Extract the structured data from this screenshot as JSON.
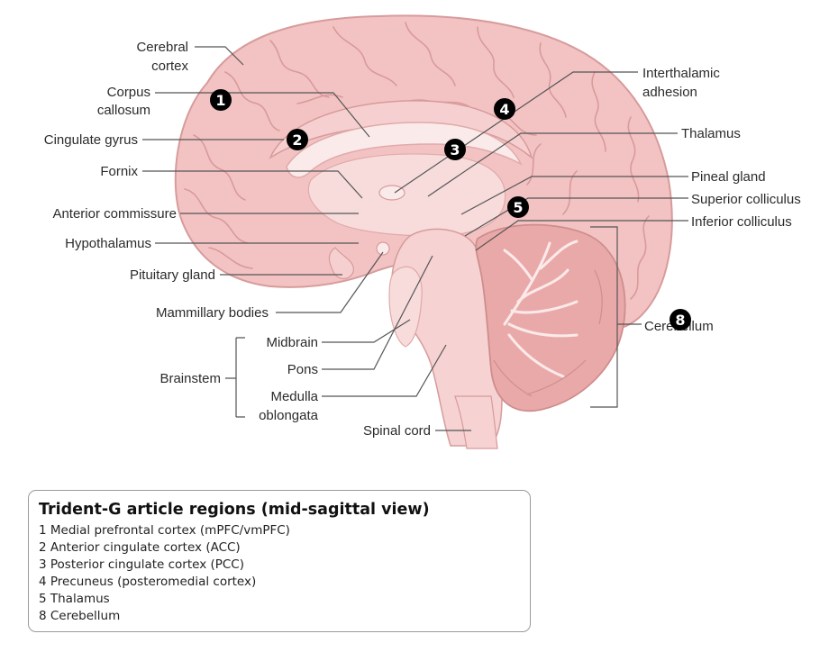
{
  "labels": {
    "cerebral_cortex": [
      "Cerebral",
      "cortex"
    ],
    "corpus_callosum": [
      "Corpus",
      "callosum"
    ],
    "cingulate_gyrus": "Cingulate gyrus",
    "fornix": "Fornix",
    "anterior_commissure": "Anterior commissure",
    "hypothalamus": "Hypothalamus",
    "pituitary_gland": "Pituitary gland",
    "mammillary_bodies": "Mammillary bodies",
    "midbrain": "Midbrain",
    "pons": "Pons",
    "brainstem": "Brainstem",
    "medulla_oblongata": [
      "Medulla",
      "oblongata"
    ],
    "spinal_cord": "Spinal cord",
    "interthalamic_adhesion": [
      "Interthalamic",
      "adhesion"
    ],
    "thalamus": "Thalamus",
    "pineal_gland": "Pineal gland",
    "superior_colliculus": "Superior colliculus",
    "inferior_colliculus": "Inferior colliculus",
    "cerebellum": "Cerebellum"
  },
  "markers": [
    "1",
    "2",
    "3",
    "4",
    "5",
    "8"
  ],
  "legend": {
    "title": "Trident-G article regions (mid-sagittal view)",
    "items": [
      "1 Medial prefrontal cortex (mPFC/vmPFC)",
      "2 Anterior cingulate cortex (ACC)",
      "3 Posterior cingulate cortex (PCC)",
      "4 Precuneus (posteromedial cortex)",
      "5 Thalamus",
      "8 Cerebellum"
    ]
  },
  "colors": {
    "brain_outer": "#f3c3c3",
    "brain_inner": "#f8dcdc",
    "gyri_lines": "#d99a9a",
    "cerebellum": "#eaa9a9",
    "white_matter": "#fbeaea",
    "brainstem": "#f6d2d2",
    "marker": "#000000"
  }
}
